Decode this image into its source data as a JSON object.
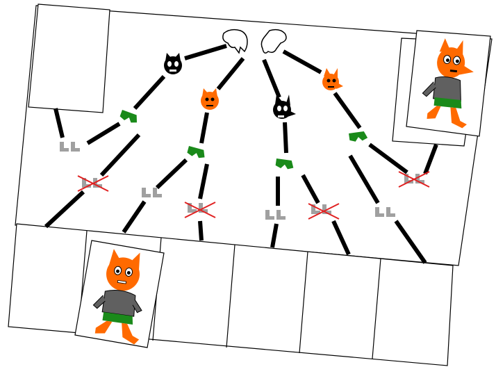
{
  "colors": {
    "line": "#000000",
    "orange": "#ff6a00",
    "shirt": "#606060",
    "shorts": "#1a8a1a",
    "socks": "#a0a0a0",
    "cross": "#e02020",
    "paper": "#ffffff",
    "eye_white": "#ffffff"
  },
  "diagram": {
    "root": "gloves-icon",
    "branches": [
      {
        "head": "black-cat-head",
        "parts": [
          "shorts",
          "socks",
          "crossed-socks"
        ]
      },
      {
        "head": "orange-cat-head",
        "parts": [
          "shorts",
          "socks",
          "crossed-socks"
        ]
      },
      {
        "head": "black-wolf-head",
        "parts": [
          "shorts",
          "socks",
          "crossed-socks"
        ]
      },
      {
        "head": "orange-fox-head",
        "parts": [
          "shorts",
          "socks",
          "crossed-socks"
        ]
      }
    ],
    "cards": [
      "empty-card-top-left",
      "fox-card-top-right",
      "cat-card-bottom",
      "empty-bottom-cells"
    ]
  }
}
